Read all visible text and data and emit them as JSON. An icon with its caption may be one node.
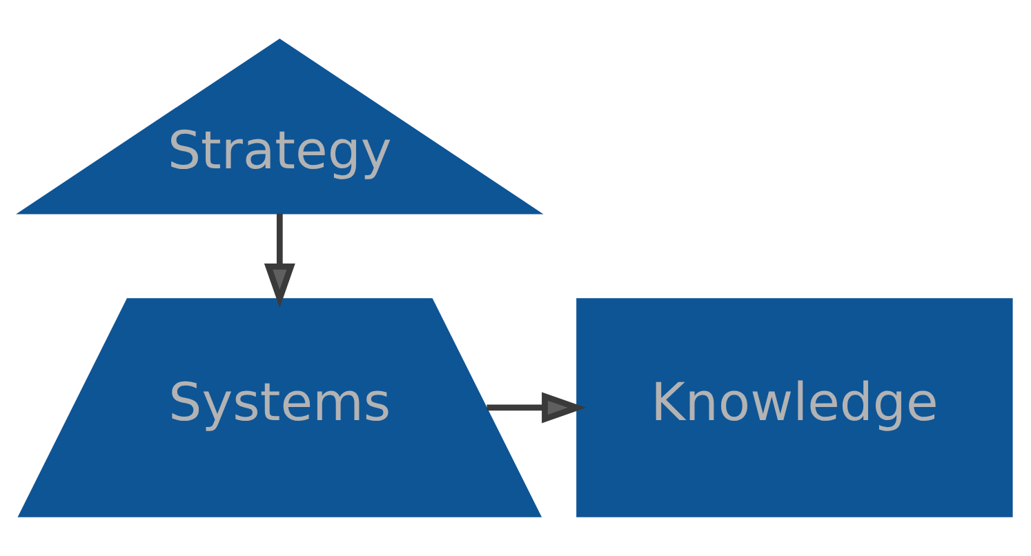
{
  "diagram": {
    "nodes": [
      {
        "text": [
          "Strategy"
        ]
      },
      {
        "text": [
          "Knowledge"
        ]
      },
      {
        "text": [
          "Systems"
        ]
      }
    ],
    "edges": [
      {
        "from": 0,
        "to": 2,
        "arrow": "to"
      },
      {
        "from": 2,
        "to": 1,
        "arrow": "to"
      }
    ]
  }
}
